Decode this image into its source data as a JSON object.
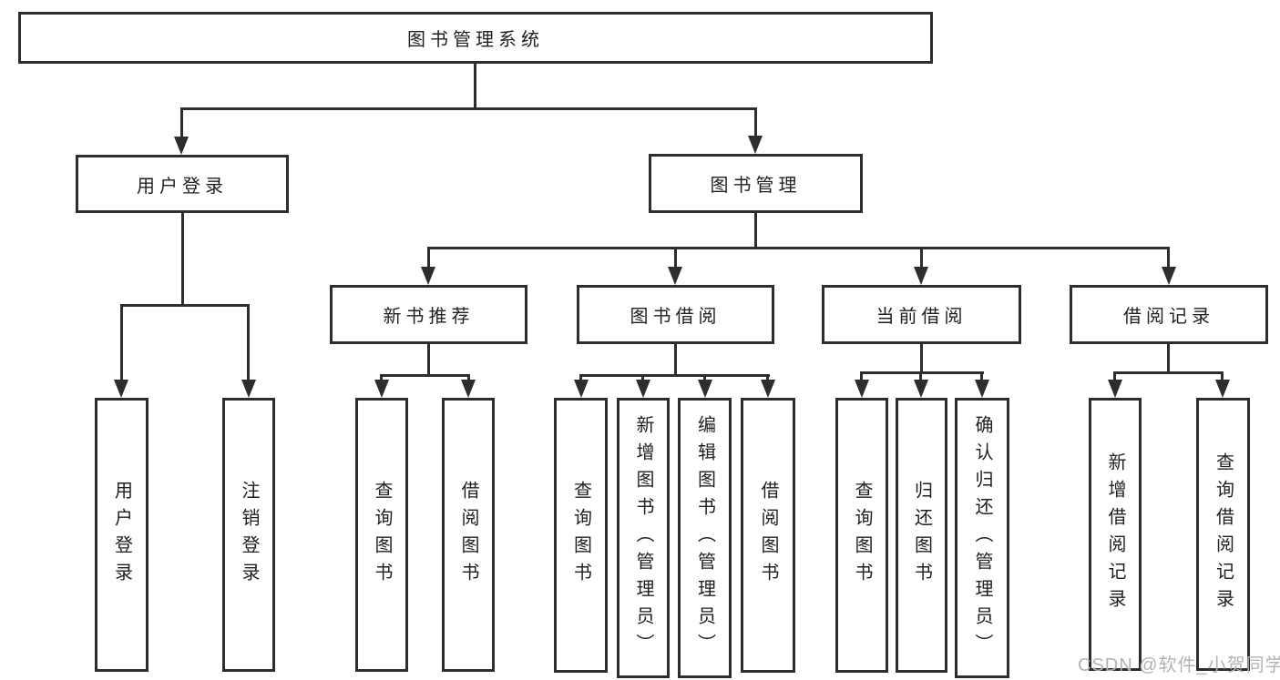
{
  "title": "图书管理系统",
  "watermark": "CSDN @软件_小贺同学",
  "colors": {
    "line": "#2d2d2d",
    "text": "#1f1f1f",
    "watermark": "#b3b3b3"
  },
  "tree": {
    "label": "图书管理系统",
    "children": [
      {
        "label": "用户登录",
        "children": [
          {
            "label": "用户登录"
          },
          {
            "label": "注销登录"
          }
        ]
      },
      {
        "label": "图书管理",
        "children": [
          {
            "label": "新书推荐",
            "children": [
              {
                "label": "查询图书"
              },
              {
                "label": "借阅图书"
              }
            ]
          },
          {
            "label": "图书借阅",
            "children": [
              {
                "label": "查询图书"
              },
              {
                "label": "新增图书（管理员）"
              },
              {
                "label": "编辑图书（管理员）"
              },
              {
                "label": "借阅图书"
              }
            ]
          },
          {
            "label": "当前借阅",
            "children": [
              {
                "label": "查询图书"
              },
              {
                "label": "归还图书"
              },
              {
                "label": "确认归还（管理员）"
              }
            ]
          },
          {
            "label": "借阅记录",
            "children": [
              {
                "label": "新增借阅记录"
              },
              {
                "label": "查询借阅记录"
              }
            ]
          }
        ]
      }
    ]
  }
}
